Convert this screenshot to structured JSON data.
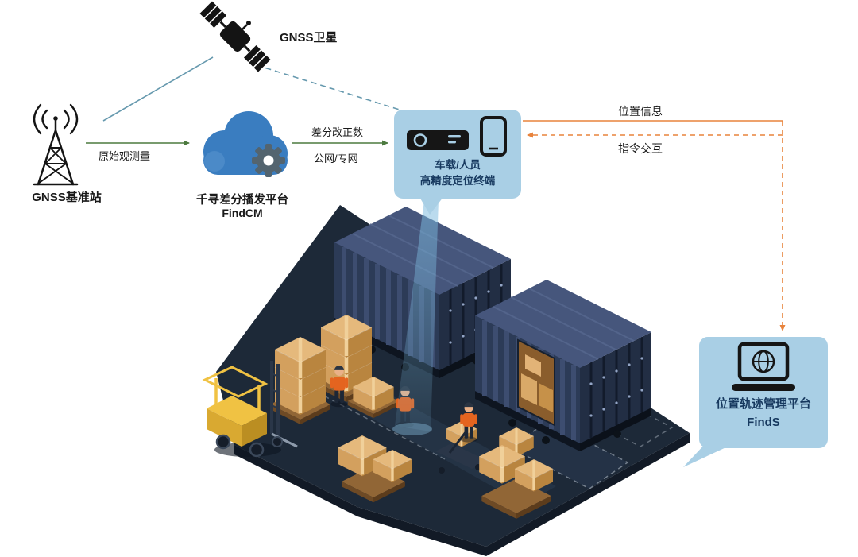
{
  "nodes": {
    "satellite": {
      "label": "GNSS卫星"
    },
    "base_station": {
      "label": "GNSS基准站"
    },
    "cloud": {
      "name": "千寻差分播发平台",
      "product": "FindCM"
    },
    "terminal": {
      "line1": "车载/人员",
      "line2": "高精度定位终端"
    },
    "platform": {
      "name": "位置轨迹管理平台",
      "product": "FindS"
    }
  },
  "links": {
    "raw_obs": "原始观测量",
    "corrections_line1": "差分改正数",
    "corrections_line2": "公网/专网",
    "position_info": "位置信息",
    "command": "指令交互"
  },
  "colors": {
    "cloud_blue": "#3a7dc0",
    "gear_gray": "#53646f",
    "bubble_blue": "#a9cfe5",
    "label_navy": "#17395f",
    "arrow_green": "#4c7a3f",
    "arrow_orange": "#e8833c",
    "link_teal": "#6699ae",
    "platform_navy": "#1d2938",
    "carton_tan": "#e2b377"
  },
  "icons": [
    "gnss-satellite-icon",
    "radio-tower-icon",
    "cloud-gear-icon",
    "receiver-device-icon",
    "smartphone-icon",
    "laptop-globe-icon"
  ]
}
